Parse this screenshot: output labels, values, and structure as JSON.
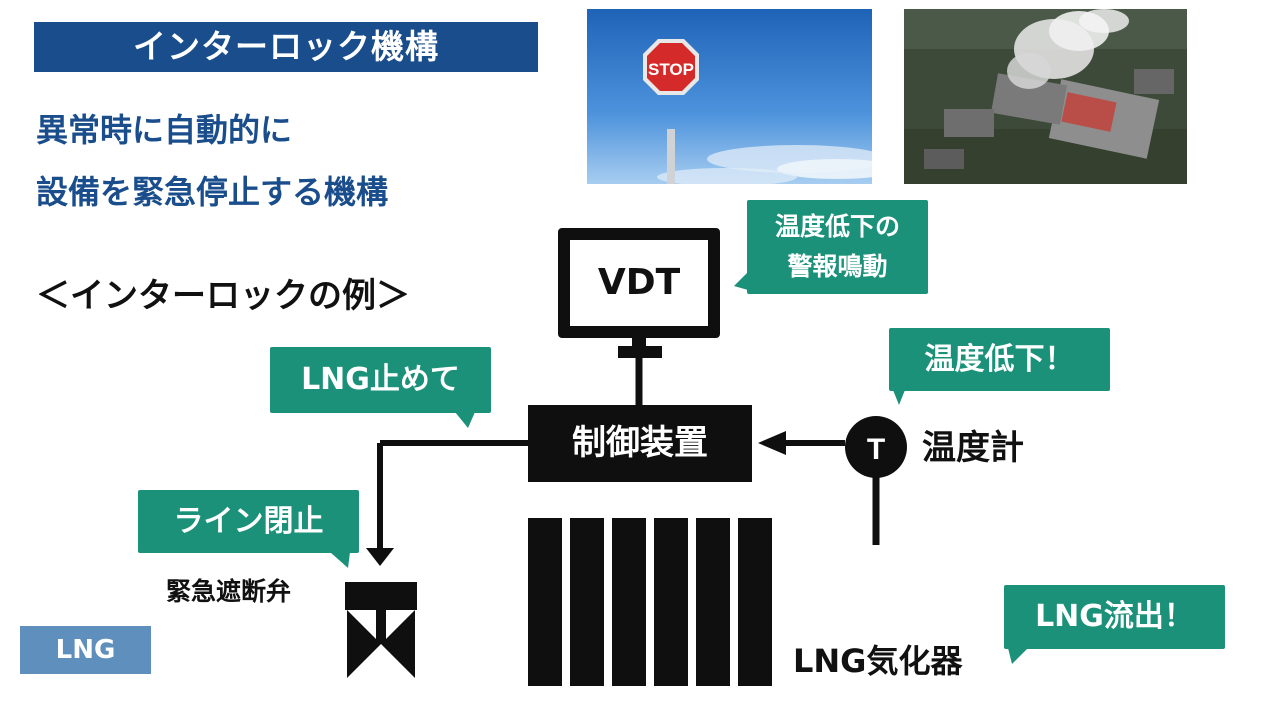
{
  "title": "インターロック機構",
  "description": [
    "異常時に自動的に",
    "設備を緊急停止する機構"
  ],
  "example_heading": "＜インターロックの例＞",
  "photos": {
    "stop_sign_text": "STOP"
  },
  "monitor": {
    "label": "VDT"
  },
  "controller": {
    "label": "制御装置"
  },
  "thermometer": {
    "symbol": "T",
    "label": "温度計"
  },
  "valve": {
    "label": "緊急遮断弁"
  },
  "vaporizer": {
    "label": "LNG気化器"
  },
  "lng_tag": "LNG",
  "bubbles": {
    "alarm": [
      "温度低下の",
      "警報鳴動"
    ],
    "temp_drop": "温度低下！",
    "stop_lng": "LNG止めて",
    "line_close": "ライン閉止",
    "lng_leak": "LNG流出！"
  },
  "colors": {
    "title_bg": "#1a4d8c",
    "bubble_bg": "#1c9179",
    "lng_tag_bg": "#5f8fbd"
  }
}
